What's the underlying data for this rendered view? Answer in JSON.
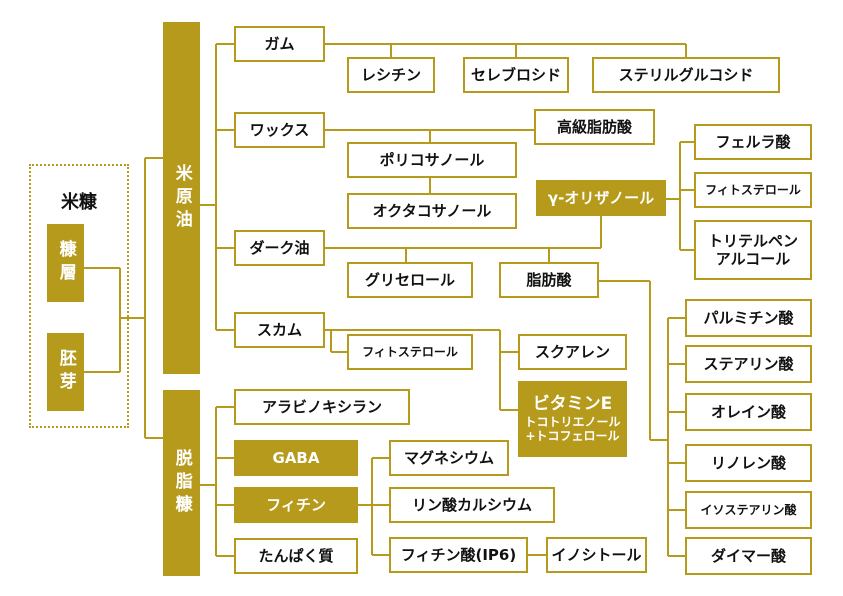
{
  "root": {
    "title": "米糠",
    "layer": "糠層",
    "germ": "胚芽"
  },
  "main": {
    "rice_oil": "米原油",
    "defatted": "脱脂糠"
  },
  "rice_oil": {
    "gum": "ガム",
    "wax": "ワックス",
    "dark_oil": "ダーク油",
    "scum": "スカム"
  },
  "gum_children": {
    "lecithin": "レシチン",
    "cerebroside": "セレブロシド",
    "steryl_glucoside": "ステリルグルコシド"
  },
  "wax_children": {
    "higher_fatty_acid": "高級脂肪酸",
    "policosanol": "ポリコサノール",
    "octacosanol": "オクタコサノール"
  },
  "oryzanol": {
    "label": "γ-オリザノール",
    "ferulic_acid": "フェルラ酸",
    "phytosterol": "フィトステロール",
    "triterpene_1": "トリテルペン",
    "triterpene_2": "アルコール"
  },
  "dark_oil_children": {
    "glycerol": "グリセロール",
    "fatty_acid": "脂肪酸"
  },
  "fatty_acids": {
    "palmitic": "パルミチン酸",
    "stearic": "ステアリン酸",
    "oleic": "オレイン酸",
    "linoleic": "リノレン酸",
    "isostearic": "イソステアリン酸",
    "dimer": "ダイマー酸"
  },
  "scum_children": {
    "phytosterol": "フィトステロール",
    "squalene": "スクアレン",
    "vitamin_e": "ビタミンE",
    "vitamin_e_sub1": "トコトリエノール",
    "vitamin_e_sub2": "+トコフェロール"
  },
  "defatted_children": {
    "arabinoxylan": "アラビノキシラン",
    "gaba": "GABA",
    "phytin": "フィチン",
    "protein": "たんぱく質"
  },
  "phytin_children": {
    "magnesium": "マグネシウム",
    "calcium_phosphate": "リン酸カルシウム",
    "phytic_acid": "フィチン酸(IP6)",
    "inositol": "イノシトール"
  },
  "colors": {
    "accent": "#b59a1c",
    "text": "#111111",
    "background": "#ffffff"
  }
}
